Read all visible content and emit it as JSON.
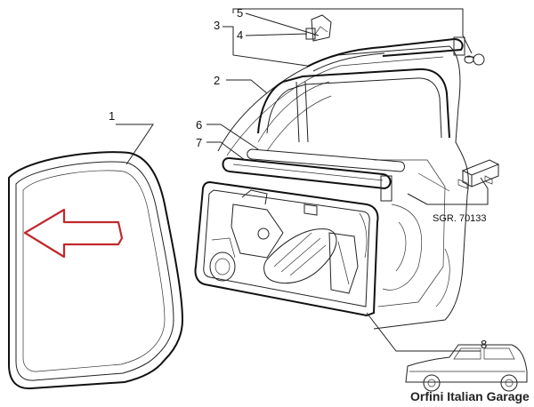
{
  "callouts": {
    "c1": "1",
    "c2": "2",
    "c3": "3",
    "c4": "4",
    "c5": "5",
    "c6": "6",
    "c7": "7",
    "c8": "8"
  },
  "reference_label": "SGR. 70133",
  "brand_text": "Orfini Italian Garage",
  "colors": {
    "arrow": "#c0282d",
    "line": "#222222"
  },
  "icons": {
    "direction_arrow": "left-arrow-icon"
  }
}
